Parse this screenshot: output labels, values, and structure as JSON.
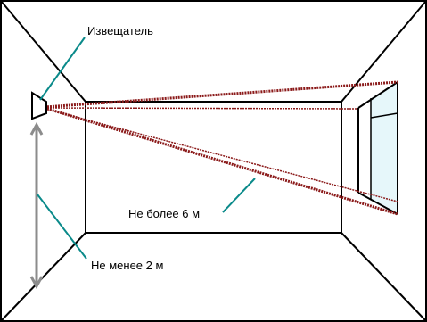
{
  "labels": {
    "detector": "Извещатель",
    "max_distance": "Не более 6 м",
    "min_height": "Не менее 2 м"
  },
  "colors": {
    "room_lines": "#000000",
    "beam": "#8b1a1a",
    "leader": "#0a8a8a",
    "height_arrow": "#8c8c8c",
    "window_glass": "#e6f7fa",
    "background": "#ffffff"
  }
}
